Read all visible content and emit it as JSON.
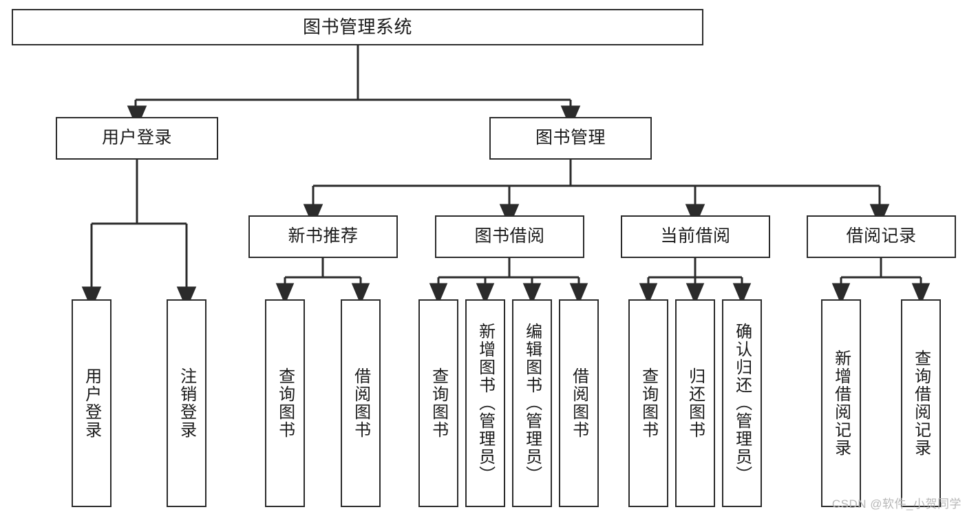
{
  "diagram": {
    "title": "图书管理系统",
    "root": {
      "label": "图书管理系统"
    },
    "level2": [
      {
        "label": "用户登录"
      },
      {
        "label": "图书管理"
      }
    ],
    "level3": [
      {
        "label": "新书推荐"
      },
      {
        "label": "图书借阅"
      },
      {
        "label": "当前借阅"
      },
      {
        "label": "借阅记录"
      }
    ],
    "leaves": {
      "user_login": [
        {
          "label": "用户登录"
        },
        {
          "label": "注销登录"
        }
      ],
      "new_book": [
        {
          "label": "查询图书"
        },
        {
          "label": "借阅图书"
        }
      ],
      "borrow": [
        {
          "label": "查询图书"
        },
        {
          "label": "新增图书（管理员）"
        },
        {
          "label": "编辑图书（管理员）"
        },
        {
          "label": "借阅图书"
        }
      ],
      "current": [
        {
          "label": "查询图书"
        },
        {
          "label": "归还图书"
        },
        {
          "label": "确认归还（管理员）"
        }
      ],
      "records": [
        {
          "label": "新增借阅记录"
        },
        {
          "label": "查询借阅记录"
        }
      ]
    }
  },
  "watermark": {
    "text": "CSDN @软件_小贺同学"
  },
  "colors": {
    "box_border": "#2b2b2b",
    "box_fill": "#ffffff",
    "edge": "#2b2b2b",
    "text": "#1a1a1a",
    "watermark": "#b7b7b7",
    "background": "#ffffff"
  }
}
